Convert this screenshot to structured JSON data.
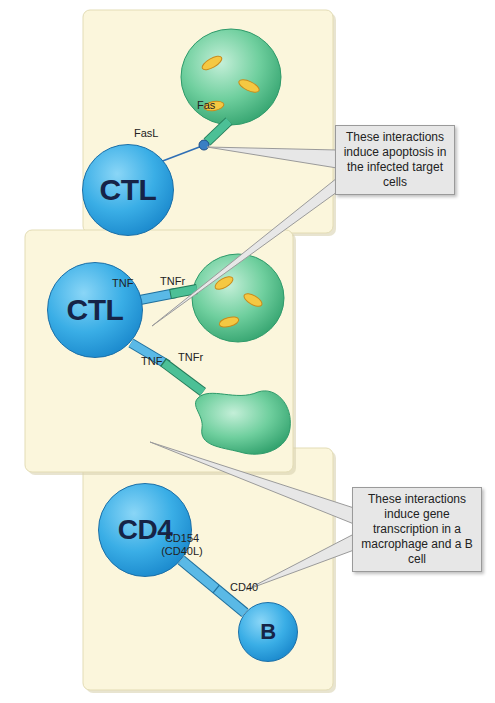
{
  "diagram": {
    "nodes": [
      {
        "text": [
          "CTL"
        ]
      },
      {
        "text": [
          "These interactions induce apoptosis in the infected target cells"
        ]
      },
      {
        "text": [
          "CTL"
        ]
      },
      {
        "text": [
          "CD4"
        ]
      },
      {
        "text": [
          "B"
        ]
      },
      {
        "text": [
          "These interactions induce gene transcription in a macrophage and a B cell"
        ]
      }
    ],
    "edges": [
      {
        "from": 3,
        "to": 4,
        "arrow": "none"
      }
    ],
    "labels": [
      "FasL",
      "Fas",
      "TNF",
      "TNFr",
      "TNF",
      "TNFr",
      "CD154 (CD40L)",
      "CD40"
    ]
  }
}
